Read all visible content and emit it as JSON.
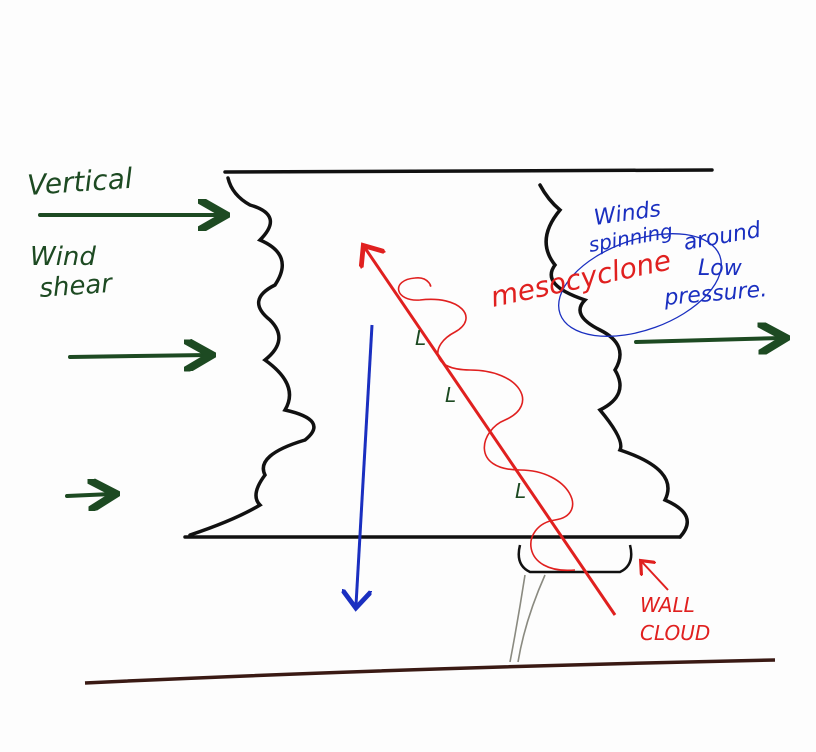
{
  "labels": {
    "vertical": "Vertical",
    "wind": "Wind",
    "shear": "shear",
    "winds": "Winds",
    "spinning": "spinning",
    "around": "around",
    "low": "Low",
    "pressure": "pressure.",
    "mesocyclone": "mesocyclone",
    "l_marks": [
      "L",
      "L",
      "L"
    ],
    "wall": "WALL",
    "cloud": "CLOUD"
  },
  "colors": {
    "green": "#1d4a22",
    "red": "#e0201f",
    "blue": "#1a2fc0",
    "black": "#111111",
    "ground": "#3a1a14"
  }
}
